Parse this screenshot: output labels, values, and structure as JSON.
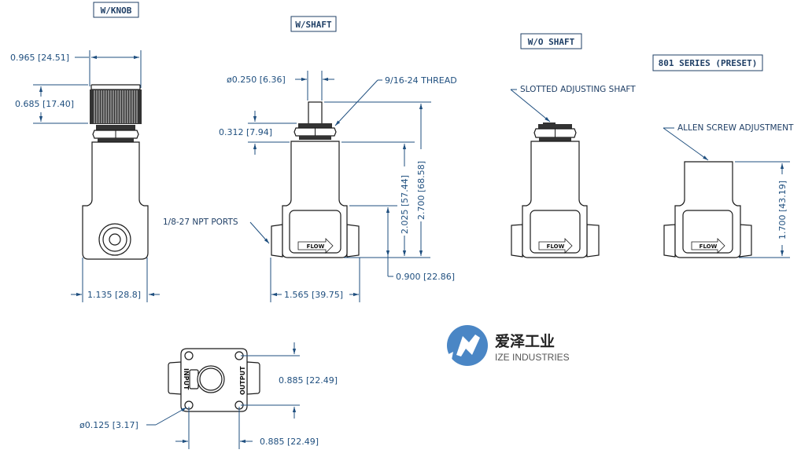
{
  "views": {
    "knob": {
      "label": "W/KNOB"
    },
    "shaft": {
      "label": "W/SHAFT"
    },
    "noshaft": {
      "label": "W/O SHAFT"
    },
    "preset": {
      "label": "801 SERIES (PRESET)"
    }
  },
  "dimensions": {
    "knob_width": "0.965 [24.51]",
    "knob_height": "0.685 [17.40]",
    "body_width_side": "1.135 [28.8]",
    "shaft_diameter": "ø0.250 [6.36]",
    "thread": "9/16-24 THREAD",
    "nut_height": "0.312 [7.94]",
    "height_body": "2.025 [57.44]",
    "height_total": "2.700 [68.58]",
    "port_height": "0.900 [22.86]",
    "body_width_front": "1.565 [39.75]",
    "preset_height": "1.700 [43.19]",
    "hole_spacing_v": "0.885 [22.49]",
    "hole_spacing_h": "0.885 [22.49]",
    "hole_diameter": "ø0.125 [3.17]"
  },
  "notes": {
    "ports": "1/8-27 NPT PORTS",
    "slotted": "SLOTTED ADJUSTING SHAFT",
    "allen": "ALLEN SCREW ADJUSTMENT"
  },
  "body_marks": {
    "flow": "FLOW",
    "input": "INPUT",
    "output": "OUTPUT"
  },
  "logo": {
    "name_cn": "爱泽工业",
    "name_en": "IZE INDUSTRIES",
    "color": "#4a86c5"
  }
}
